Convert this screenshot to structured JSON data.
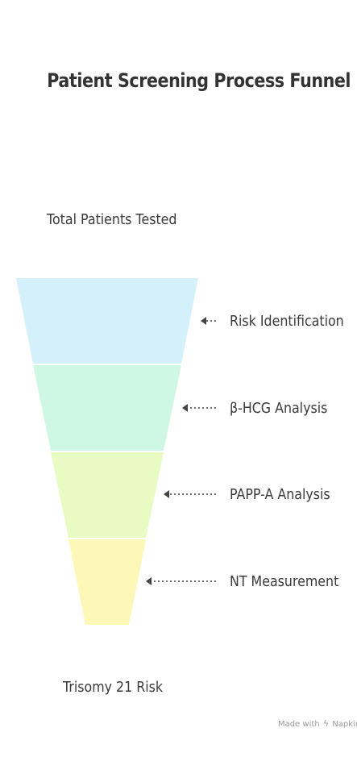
{
  "title": "Patient Screening Process Funnel",
  "top_label": "Total Patients Tested",
  "bottom_label": "Trisomy 21 Risk",
  "stages": [
    {
      "label": "Risk Identification",
      "color": "#d4f1fb"
    },
    {
      "label": "β-HCG Analysis",
      "color": "#cff8e4"
    },
    {
      "label": "PAPP-A Analysis",
      "color": "#e8fbc2"
    },
    {
      "label": "NT Measurement",
      "color": "#fdf8b8"
    }
  ],
  "watermark": {
    "prefix": "Made with",
    "brand": "Napkin",
    "icon": "napkin-bolt-icon"
  }
}
